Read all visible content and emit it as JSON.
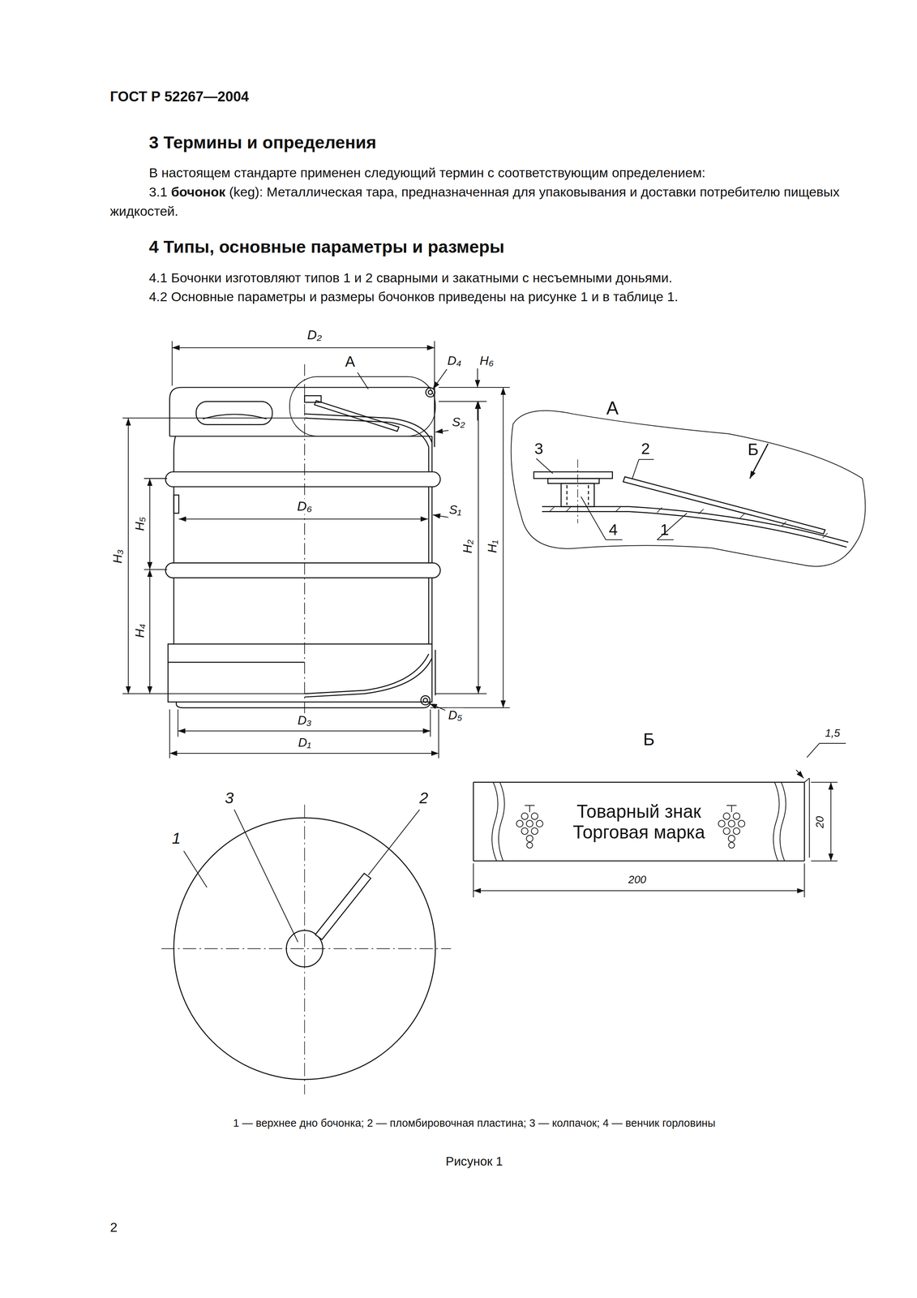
{
  "diagram": {
    "caption": "Рисунок 1",
    "nodes": [
      {
        "text": [
          "Товарный знак Торговая марка"
        ]
      }
    ],
    "edges": [],
    "labels": [
      "ГОСТ Р 52267—2004",
      "3 Термины и определения",
      "В настоящем стандарте применен следующий термин с соответствующим определением:",
      "3.1",
      "бочонок",
      "(keg): Металлическая тара, предназначенная для упаковывания и доставки потребителю пищевых жидкостей.",
      "4 Типы, основные параметры и размеры",
      "4.1 Бочонки изготовляют типов 1 и 2 сварными и закатными с несъемными доньями.",
      "4.2 Основные параметры и размеры бочонков приведены на рисунке 1 и в таблице 1.",
      "D₂",
      "А",
      "D₄",
      "H₆",
      "S₂",
      "D₆",
      "S₁",
      "H₅",
      "H₃",
      "H₂",
      "H₁",
      "H₄",
      "D₅",
      "D₃",
      "D₁",
      "А",
      "3",
      "2",
      "Б",
      "4",
      "1",
      "3",
      "2",
      "1",
      "Б",
      "1,5",
      "20",
      "200",
      "1 — верхнее дно бочонка; 2 — пломбировочная пластина; 3 — колпачок; 4 — венчик горловины",
      "2"
    ]
  }
}
